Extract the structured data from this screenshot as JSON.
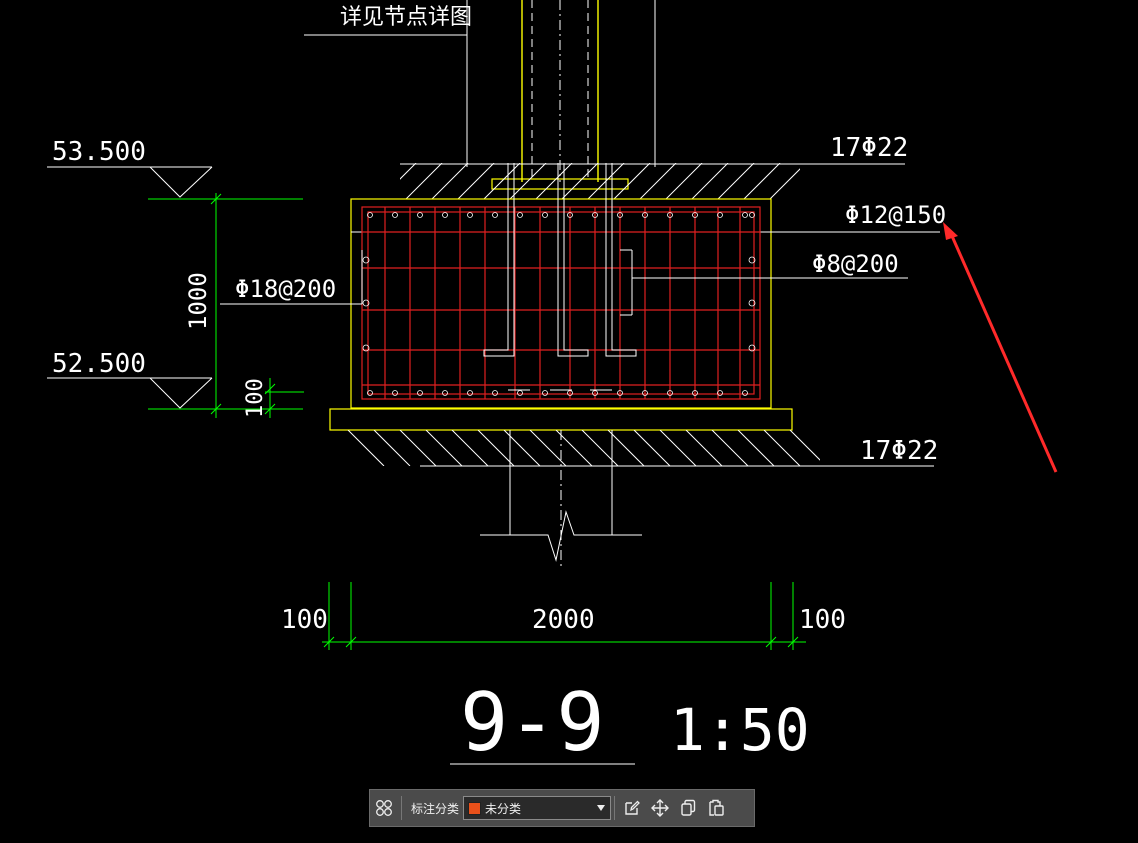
{
  "drawing": {
    "detail_note": "详见节点详图",
    "elev_top": "53.500",
    "elev_bottom": "52.500",
    "dim_height": "1000",
    "dim_small": "100",
    "rebar_top": "17Φ22",
    "rebar_stirrup_1": "Φ12@150",
    "rebar_stirrup_2": "Φ8@200",
    "rebar_side": "Φ18@200",
    "rebar_bottom": "17Φ22",
    "dim_left": "100",
    "dim_main": "2000",
    "dim_right": "100",
    "section_title": "9-9",
    "section_scale": "1:50"
  },
  "toolbar": {
    "grid_icon": "grid-icon",
    "category_label": "标注分类",
    "category_value": "未分类",
    "category_color": "#e8501a",
    "edit_icon": "edit-icon",
    "move_icon": "move-icon",
    "copy_icon": "copy-icon",
    "paste_icon": "paste-icon"
  },
  "colors": {
    "background": "#000000",
    "rebar": "#e02020",
    "dimension": "#00ff00",
    "outline": "#ffffff",
    "column": "#ffff00",
    "arrow": "#ff2a2a"
  }
}
